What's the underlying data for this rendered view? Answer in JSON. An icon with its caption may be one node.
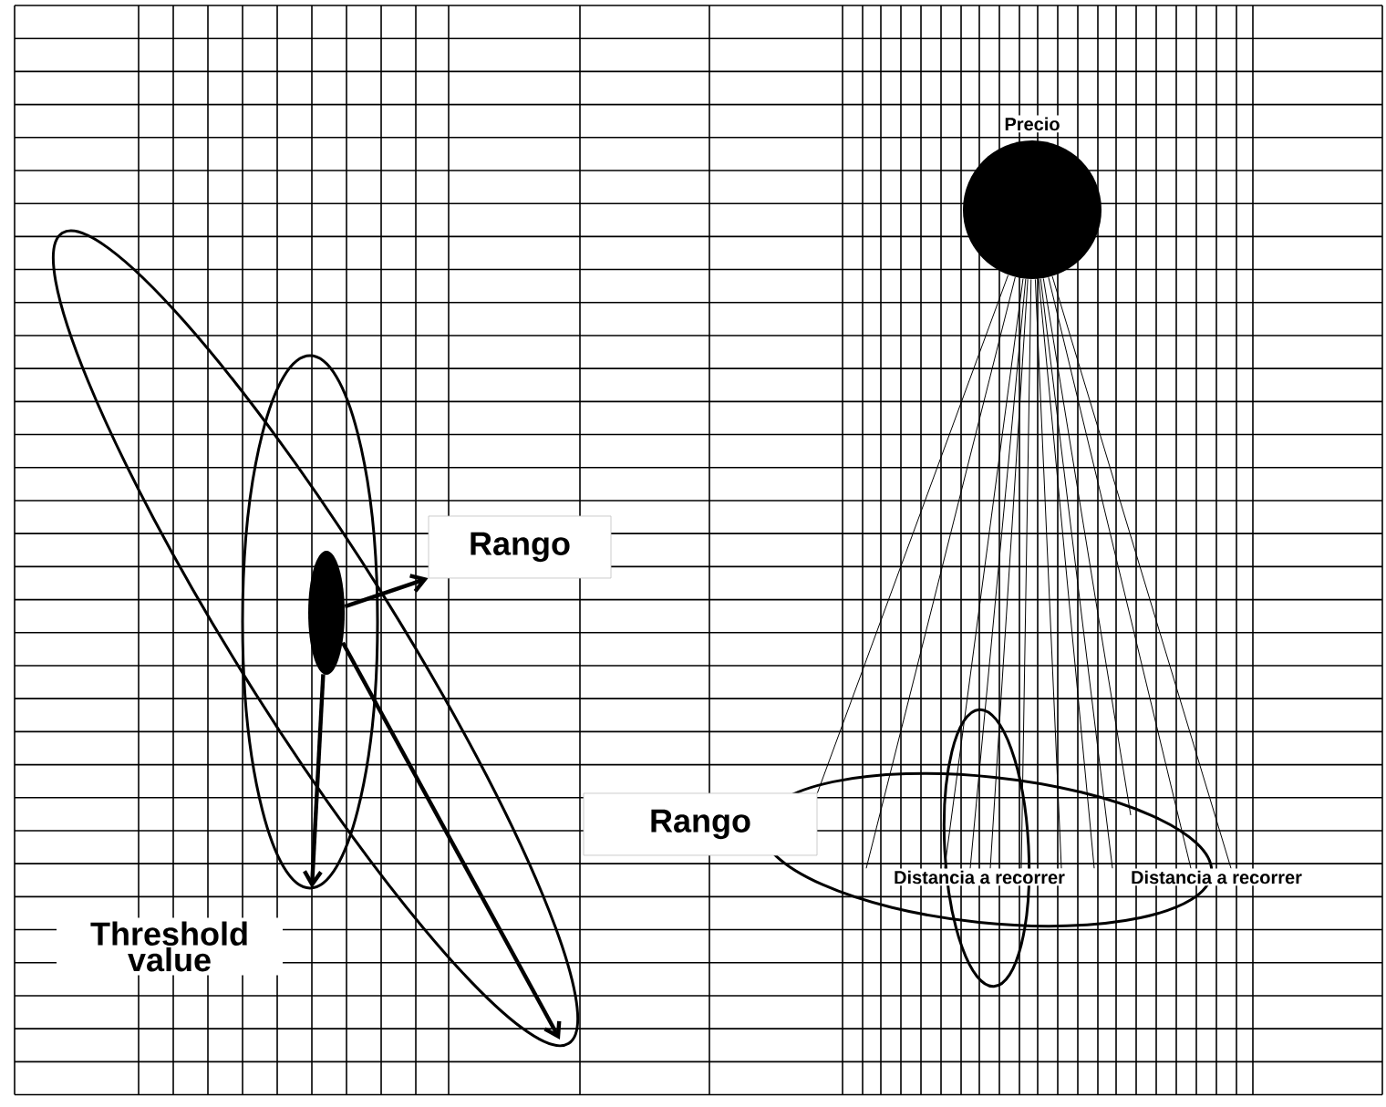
{
  "diagram": {
    "nodes": [
      {
        "text": [
          "Precio"
        ]
      },
      {
        "text": [],
        "shape": "ellipse"
      },
      {
        "text": [
          "Rango"
        ]
      },
      {
        "text": [
          "Rango"
        ]
      },
      {
        "text": [
          "Distancia a recorrer"
        ]
      },
      {
        "text": [
          "Distancia a recorrer"
        ]
      }
    ],
    "edges": [
      {
        "from": 1,
        "to": 2,
        "arrow": "to",
        "style": "thick"
      },
      {
        "from": 1,
        "to": null,
        "arrow": "to",
        "style": "thick"
      },
      {
        "from": 1,
        "to": null,
        "arrow": "to",
        "style": "thick"
      },
      {
        "from": 0,
        "to": 3,
        "arrow": "none"
      },
      {
        "from": 0,
        "to": 4,
        "arrow": "none"
      },
      {
        "from": 0,
        "to": 4,
        "arrow": "none"
      },
      {
        "from": 0,
        "to": 4,
        "arrow": "none"
      },
      {
        "from": 0,
        "to": 4,
        "arrow": "none"
      },
      {
        "from": 0,
        "to": 4,
        "arrow": "none"
      },
      {
        "from": 0,
        "to": 4,
        "arrow": "none"
      },
      {
        "from": 0,
        "to": 4,
        "arrow": "none"
      },
      {
        "from": 0,
        "to": 5,
        "arrow": "none"
      },
      {
        "from": 0,
        "to": null,
        "arrow": "none"
      },
      {
        "from": 0,
        "to": 5,
        "arrow": "none"
      },
      {
        "from": 0,
        "to": 5,
        "arrow": "none"
      }
    ],
    "labels": [
      "Threshold value"
    ]
  }
}
